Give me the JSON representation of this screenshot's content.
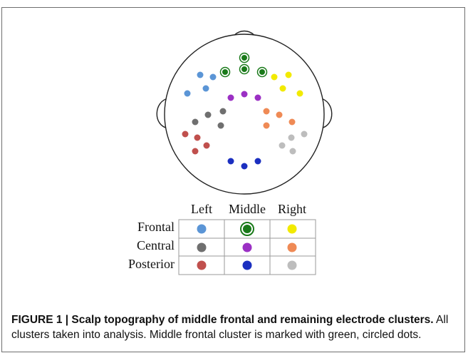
{
  "colors": {
    "frontal_left": "#5b95d6",
    "frontal_middle": "#1a7a1a",
    "frontal_right": "#f2ea00",
    "central_left": "#6f6f6f",
    "central_middle": "#9b30c4",
    "central_right": "#ef8a55",
    "posterior_left": "#c0504d",
    "posterior_middle": "#1b2fc0",
    "posterior_right": "#bdbdbd",
    "outline": "#222222"
  },
  "head_diagram": {
    "icons": [
      "head-outline",
      "nose-icon",
      "left-ear-icon",
      "right-ear-icon"
    ]
  },
  "legend": {
    "columns": [
      "Left",
      "Middle",
      "Right"
    ],
    "rows": [
      "Frontal",
      "Central",
      "Posterior"
    ]
  },
  "caption": {
    "figure_label": "FIGURE 1 | Scalp topography of middle frontal and remaining electrode clusters.",
    "text": " All clusters taken into analysis. Middle frontal cluster is marked with green, circled dots."
  }
}
